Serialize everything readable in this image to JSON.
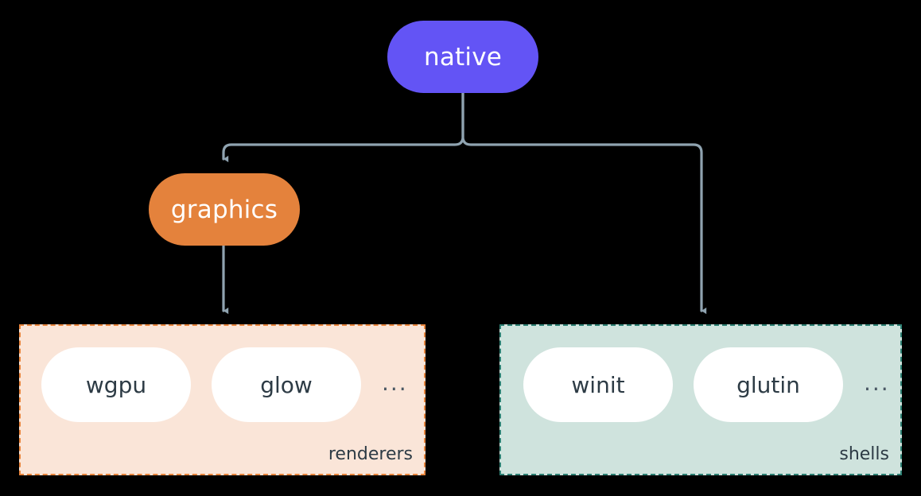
{
  "diagram": {
    "title": "native",
    "background_color": "#000000",
    "connector_color": "#8fa3b0",
    "nodes": [
      {
        "id": "native",
        "label": "native",
        "color": "#6354f5",
        "text_color": "#ffffff"
      },
      {
        "id": "graphics",
        "label": "graphics",
        "color": "#e4823c",
        "text_color": "#ffffff"
      }
    ],
    "groups": [
      {
        "id": "renderers",
        "label": "renderers",
        "fill_color": "#fae5d8",
        "border_color": "#e8853d",
        "border_style": "dashed",
        "items": [
          {
            "label": "wgpu"
          },
          {
            "label": "glow"
          }
        ],
        "overflow_indicator": "..."
      },
      {
        "id": "shells",
        "label": "shells",
        "fill_color": "#cfe3dd",
        "border_color": "#2e8174",
        "border_style": "dashed",
        "items": [
          {
            "label": "winit"
          },
          {
            "label": "glutin"
          }
        ],
        "overflow_indicator": "..."
      }
    ],
    "edges": [
      {
        "from": "native",
        "to": "graphics",
        "arrow": true
      },
      {
        "from": "native",
        "to": "shells",
        "arrow": true
      },
      {
        "from": "graphics",
        "to": "renderers",
        "arrow": true
      }
    ]
  }
}
